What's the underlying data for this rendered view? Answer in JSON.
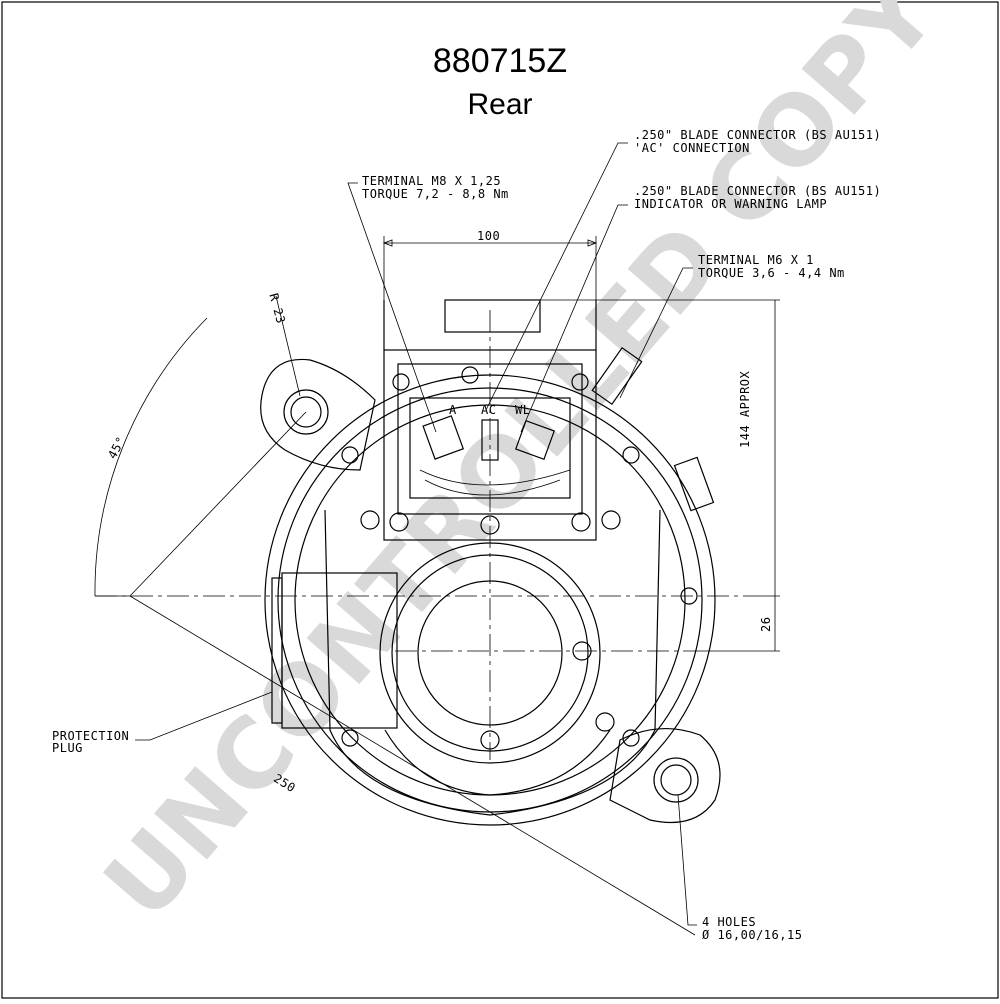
{
  "drawing": {
    "part_number": "880715Z",
    "view": "Rear",
    "watermark": "UNCONTROLLED COPY"
  },
  "callouts": {
    "blade_ac_line1": ".250\" BLADE CONNECTOR (BS AU151)",
    "blade_ac_line2": "'AC' CONNECTION",
    "terminal_m8_line1": "TERMINAL M8 X 1,25",
    "terminal_m8_line2": "TORQUE 7,2 - 8,8 Nm",
    "blade_wl_line1": ".250\" BLADE CONNECTOR (BS AU151)",
    "blade_wl_line2": "INDICATOR OR WARNING LAMP",
    "terminal_m6_line1": "TERMINAL M6 X 1",
    "terminal_m6_line2": "TORQUE 3,6 - 4,4 Nm",
    "protection_line1": "PROTECTION",
    "protection_line2": "PLUG",
    "holes_line1": "4 HOLES",
    "holes_line2": "Ø 16,00/16,15"
  },
  "dimensions": {
    "width_top": "100",
    "height_right": "144 APPROX",
    "offset_right": "26",
    "radius": "R 23",
    "angle": "45°",
    "diagonal": "250"
  },
  "terminal_marks": {
    "a": "A",
    "ac": "AC",
    "wl": "WL"
  }
}
